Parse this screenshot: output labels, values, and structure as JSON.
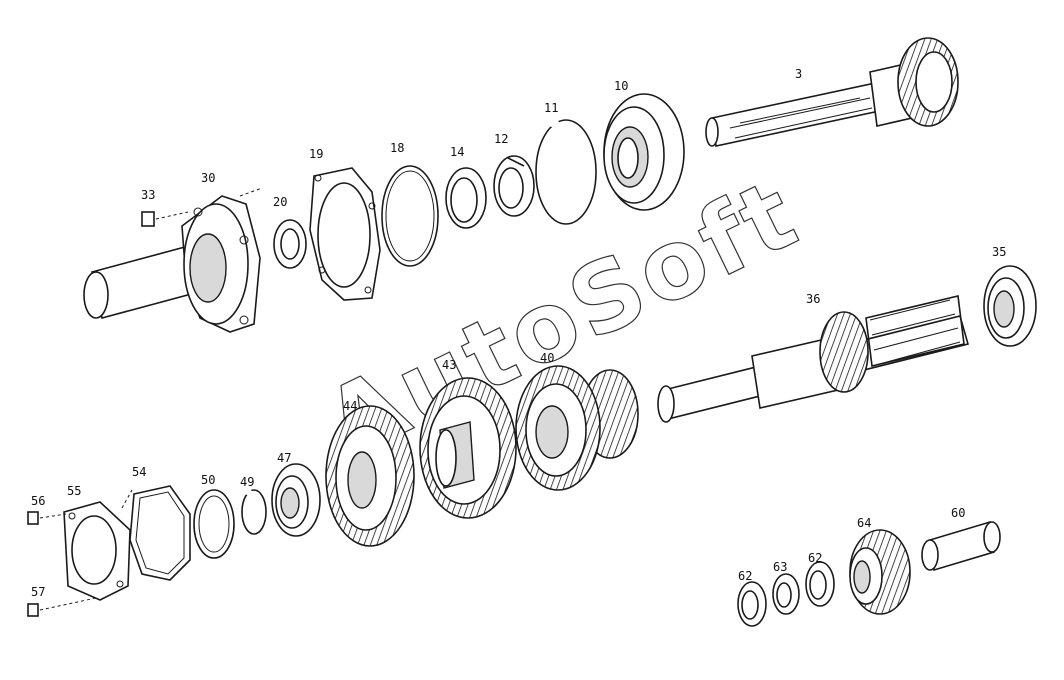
{
  "watermark": "AutoSoft",
  "parts": [
    {
      "id": "p3",
      "label": "3"
    },
    {
      "id": "p10",
      "label": "10"
    },
    {
      "id": "p11",
      "label": "11"
    },
    {
      "id": "p12",
      "label": "12"
    },
    {
      "id": "p14",
      "label": "14"
    },
    {
      "id": "p18",
      "label": "18"
    },
    {
      "id": "p19",
      "label": "19"
    },
    {
      "id": "p20",
      "label": "20"
    },
    {
      "id": "p30",
      "label": "30"
    },
    {
      "id": "p33",
      "label": "33"
    },
    {
      "id": "p35",
      "label": "35"
    },
    {
      "id": "p36",
      "label": "36"
    },
    {
      "id": "p40",
      "label": "40"
    },
    {
      "id": "p43",
      "label": "43"
    },
    {
      "id": "p44",
      "label": "44"
    },
    {
      "id": "p47",
      "label": "47"
    },
    {
      "id": "p49",
      "label": "49"
    },
    {
      "id": "p50",
      "label": "50"
    },
    {
      "id": "p54",
      "label": "54"
    },
    {
      "id": "p55",
      "label": "55"
    },
    {
      "id": "p56",
      "label": "56"
    },
    {
      "id": "p57",
      "label": "57"
    },
    {
      "id": "p60",
      "label": "60"
    },
    {
      "id": "p62a",
      "label": "62"
    },
    {
      "id": "p63",
      "label": "63"
    },
    {
      "id": "p62b",
      "label": "62"
    },
    {
      "id": "p64",
      "label": "64"
    }
  ]
}
